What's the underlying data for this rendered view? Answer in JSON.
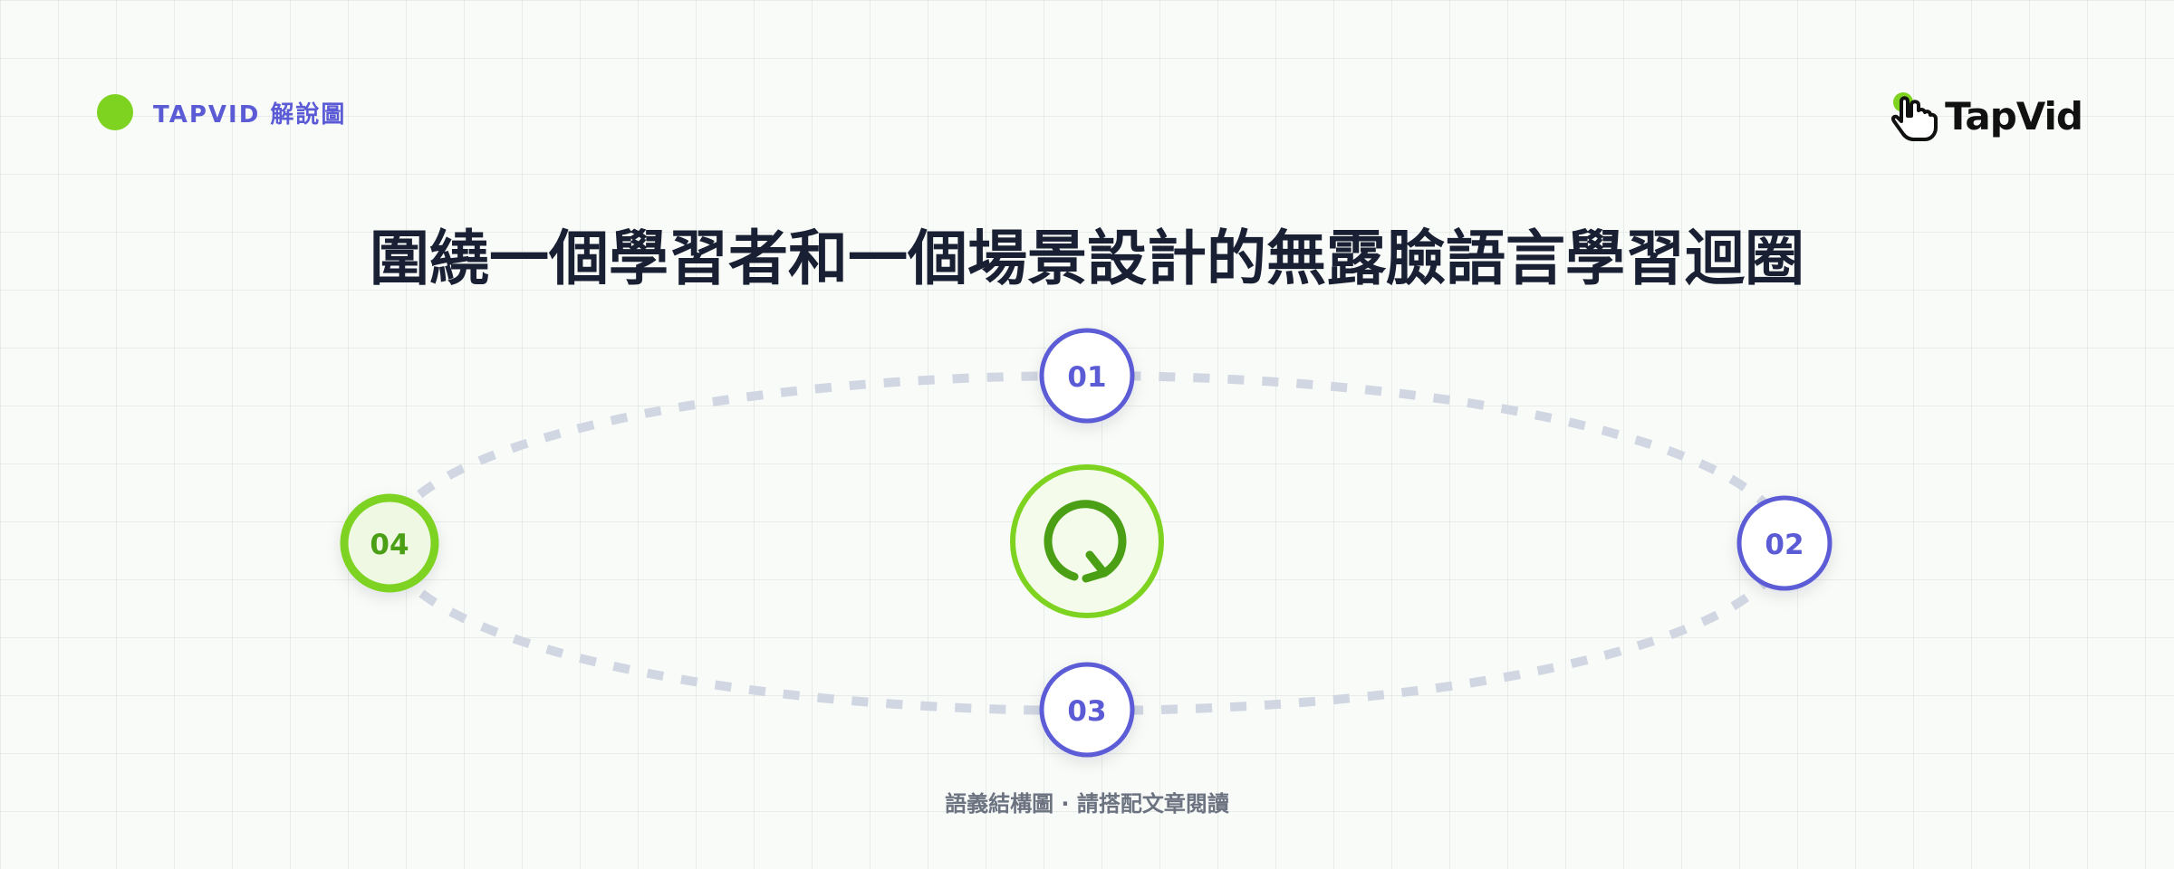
{
  "header": {
    "tag_label": "TAPVID 解說圖",
    "logo_text": "TapVid"
  },
  "title": "圍繞一個學習者和一個場景設計的無露臉語言學習迴圈",
  "diagram": {
    "center_icon": "refresh-icon",
    "nodes": [
      {
        "id": "01",
        "label": "01",
        "style": "primary"
      },
      {
        "id": "02",
        "label": "02",
        "style": "primary"
      },
      {
        "id": "03",
        "label": "03",
        "style": "primary"
      },
      {
        "id": "04",
        "label": "04",
        "style": "accent"
      }
    ],
    "edges": [
      {
        "from": "01",
        "to": "02"
      },
      {
        "from": "02",
        "to": "03"
      },
      {
        "from": "03",
        "to": "04"
      },
      {
        "from": "04",
        "to": "01"
      }
    ]
  },
  "caption": "語義結構圖 · 請搭配文章閱讀",
  "colors": {
    "primary": "#5b5bd6",
    "accent": "#7ed321",
    "accent_dark": "#4a9f15",
    "loop_dash": "#d0d6e2",
    "title": "#1a2033"
  }
}
